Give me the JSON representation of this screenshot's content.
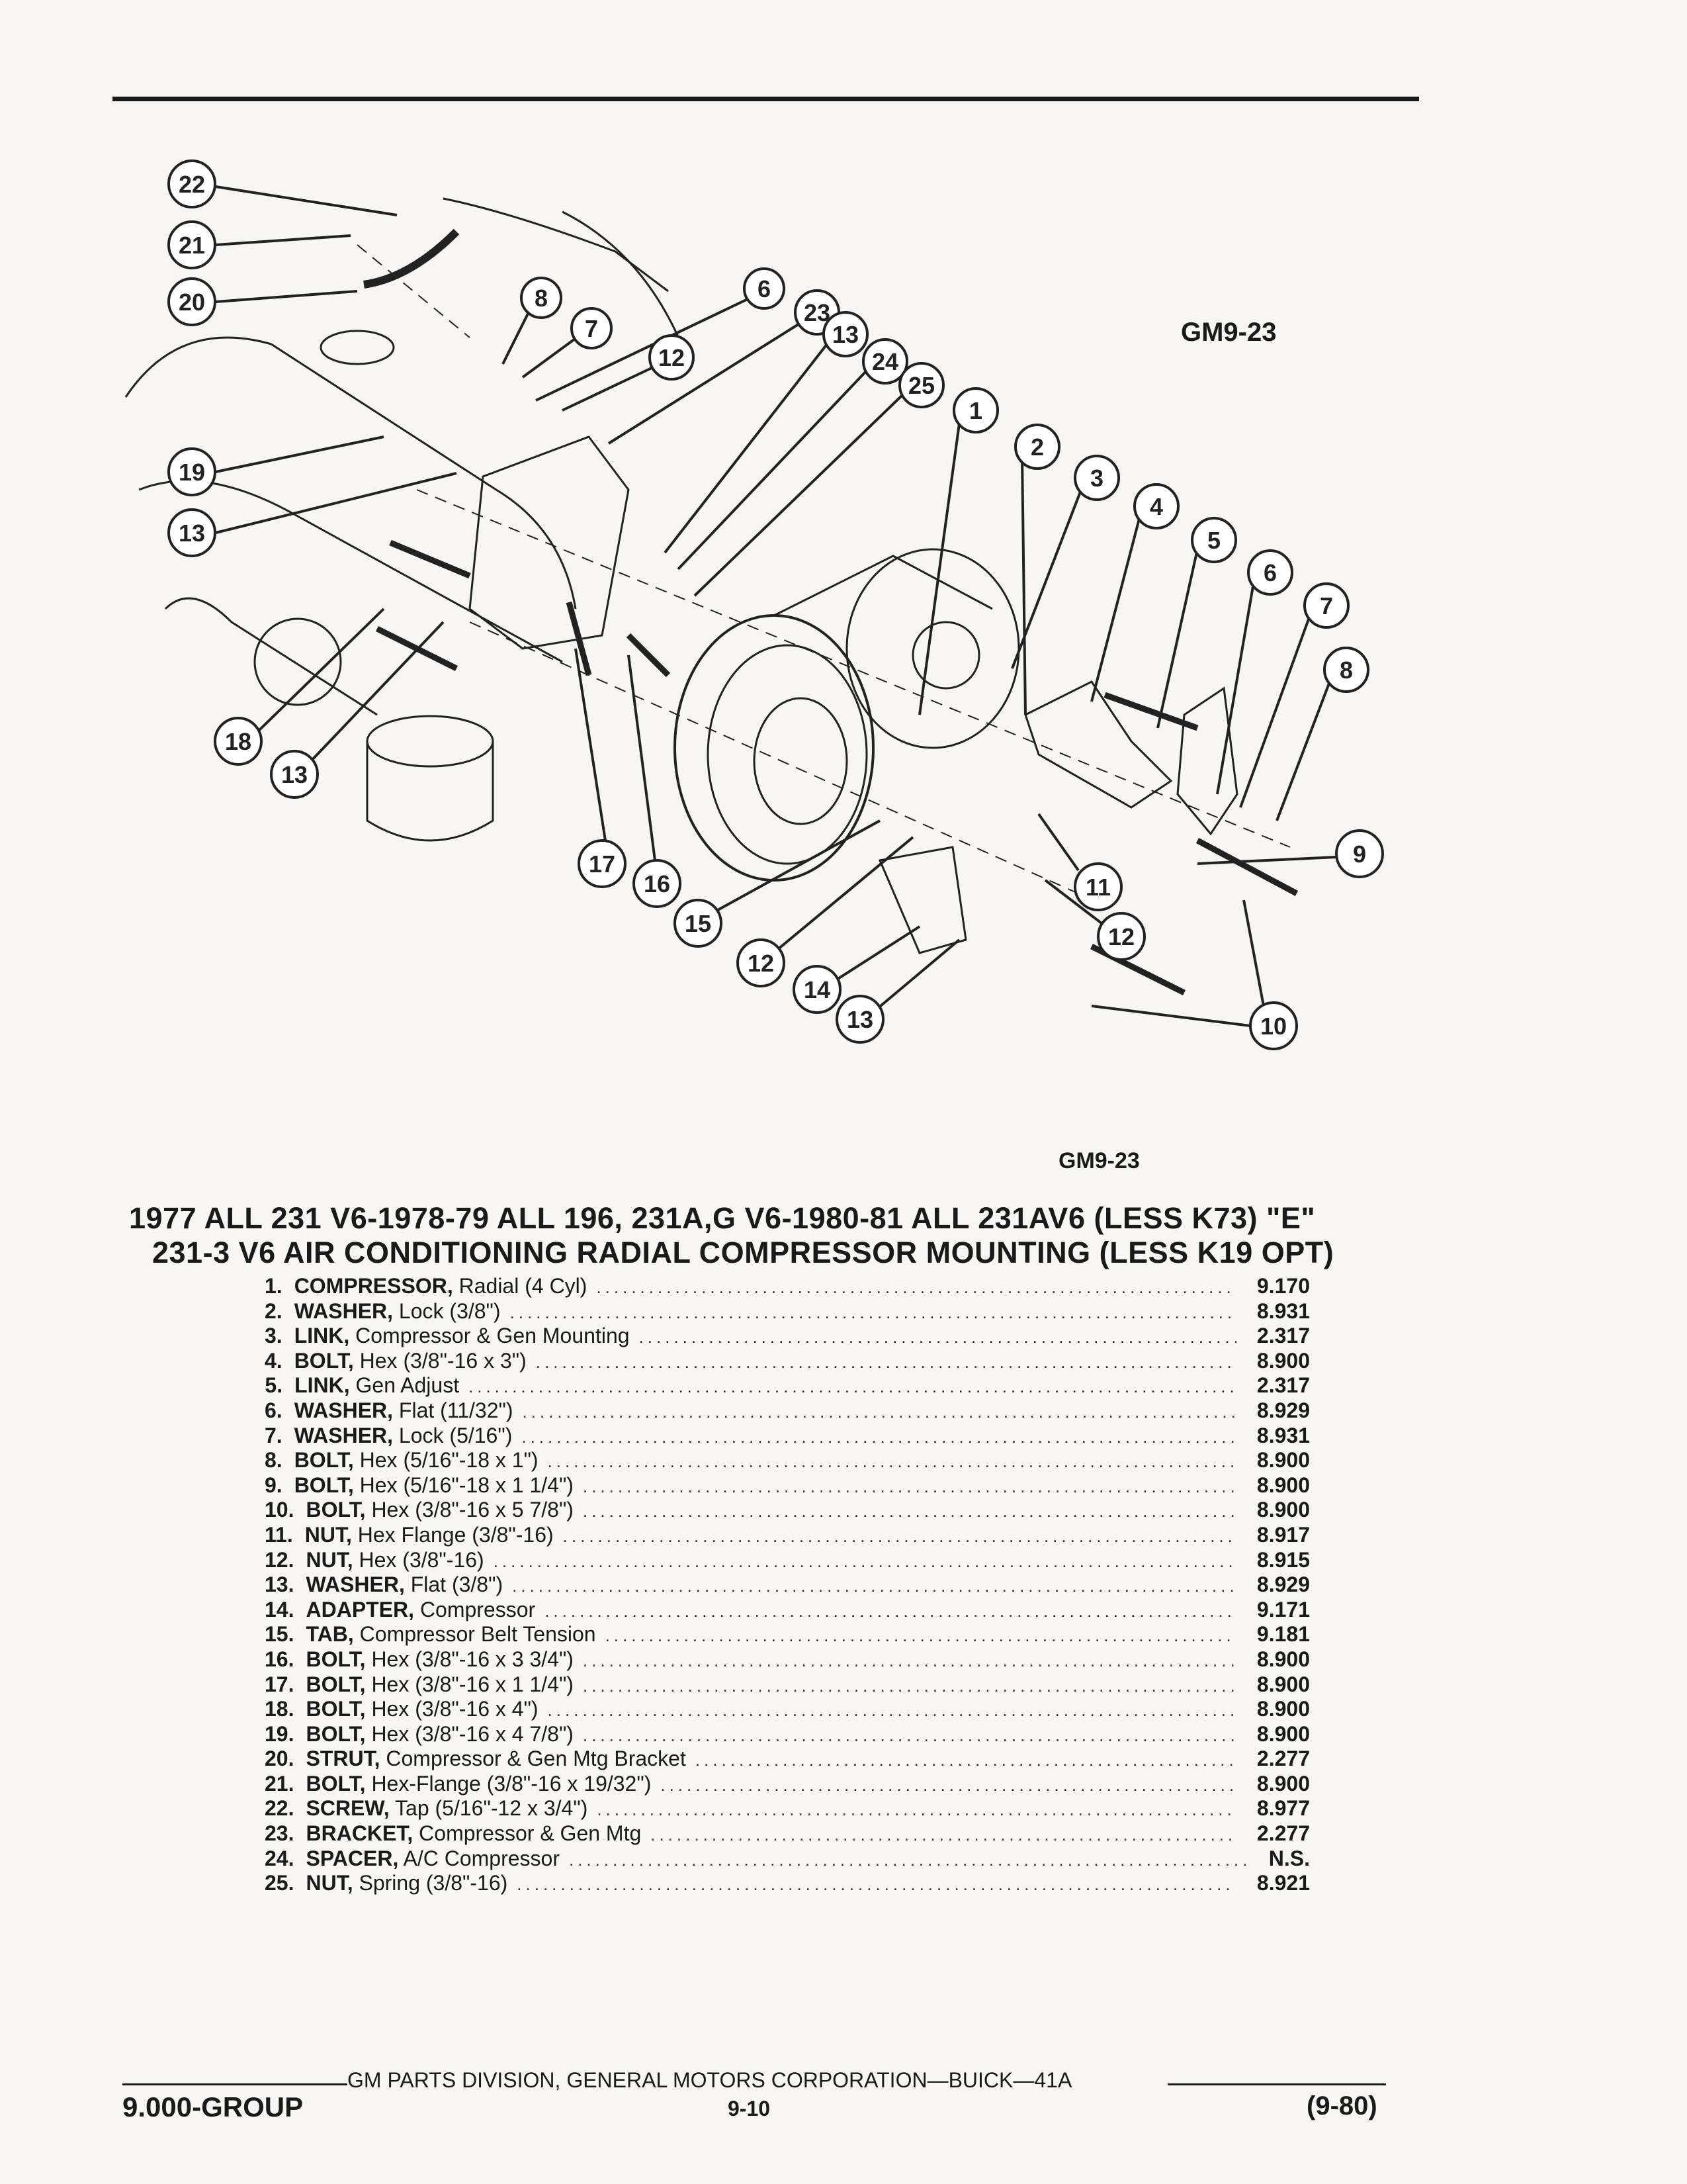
{
  "figure": {
    "id_top": "GM9-23",
    "id_bottom": "GM9-23",
    "callouts": [
      "22",
      "21",
      "20",
      "8",
      "7",
      "6",
      "23",
      "12",
      "13",
      "24",
      "25",
      "1",
      "2",
      "3",
      "4",
      "5",
      "6",
      "7",
      "8",
      "19",
      "13",
      "18",
      "13",
      "17",
      "16",
      "15",
      "12",
      "14",
      "13",
      "11",
      "12",
      "9",
      "10"
    ]
  },
  "title": {
    "line1": "1977 ALL 231 V6-1978-79 ALL 196, 231A,G V6-1980-81 ALL 231AV6 (LESS K73) \"E\"",
    "line2": "231-3 V6 AIR CONDITIONING RADIAL COMPRESSOR MOUNTING (LESS K19 OPT)"
  },
  "parts": [
    {
      "num": "1.",
      "name": "COMPRESSOR,",
      "spec": "Radial (4 Cyl)",
      "group": "9.170"
    },
    {
      "num": "2.",
      "name": "WASHER,",
      "spec": "Lock (3/8\")",
      "group": "8.931"
    },
    {
      "num": "3.",
      "name": "LINK,",
      "spec": "Compressor & Gen Mounting",
      "group": "2.317"
    },
    {
      "num": "4.",
      "name": "BOLT,",
      "spec": "Hex (3/8\"-16 x 3\")",
      "group": "8.900"
    },
    {
      "num": "5.",
      "name": "LINK,",
      "spec": "Gen Adjust",
      "group": "2.317"
    },
    {
      "num": "6.",
      "name": "WASHER,",
      "spec": "Flat (11/32\")",
      "group": "8.929"
    },
    {
      "num": "7.",
      "name": "WASHER,",
      "spec": "Lock (5/16\")",
      "group": "8.931"
    },
    {
      "num": "8.",
      "name": "BOLT,",
      "spec": "Hex (5/16\"-18 x 1\")",
      "group": "8.900"
    },
    {
      "num": "9.",
      "name": "BOLT,",
      "spec": "Hex (5/16\"-18 x 1 1/4\")",
      "group": "8.900"
    },
    {
      "num": "10.",
      "name": "BOLT,",
      "spec": "Hex (3/8\"-16 x 5 7/8\")",
      "group": "8.900"
    },
    {
      "num": "11.",
      "name": "NUT,",
      "spec": "Hex Flange (3/8\"-16)",
      "group": "8.917"
    },
    {
      "num": "12.",
      "name": "NUT,",
      "spec": "Hex (3/8\"-16)",
      "group": "8.915"
    },
    {
      "num": "13.",
      "name": "WASHER,",
      "spec": "Flat (3/8\")",
      "group": "8.929"
    },
    {
      "num": "14.",
      "name": "ADAPTER,",
      "spec": "Compressor",
      "group": "9.171"
    },
    {
      "num": "15.",
      "name": "TAB,",
      "spec": "Compressor Belt Tension",
      "group": "9.181"
    },
    {
      "num": "16.",
      "name": "BOLT,",
      "spec": "Hex (3/8\"-16 x 3 3/4\")",
      "group": "8.900"
    },
    {
      "num": "17.",
      "name": "BOLT,",
      "spec": "Hex (3/8\"-16 x 1 1/4\")",
      "group": "8.900"
    },
    {
      "num": "18.",
      "name": "BOLT,",
      "spec": "Hex (3/8\"-16 x 4\")",
      "group": "8.900"
    },
    {
      "num": "19.",
      "name": "BOLT,",
      "spec": "Hex (3/8\"-16 x 4 7/8\")",
      "group": "8.900"
    },
    {
      "num": "20.",
      "name": "STRUT,",
      "spec": "Compressor & Gen Mtg Bracket",
      "group": "2.277"
    },
    {
      "num": "21.",
      "name": "BOLT,",
      "spec": "Hex-Flange (3/8\"-16 x 19/32\")",
      "group": "8.900"
    },
    {
      "num": "22.",
      "name": "SCREW,",
      "spec": "Tap (5/16\"-12 x 3/4\")",
      "group": "8.977"
    },
    {
      "num": "23.",
      "name": "BRACKET,",
      "spec": "Compressor & Gen Mtg",
      "group": "2.277"
    },
    {
      "num": "24.",
      "name": "SPACER,",
      "spec": "A/C Compressor",
      "group": "N.S."
    },
    {
      "num": "25.",
      "name": "NUT,",
      "spec": "Spring (3/8\"-16)",
      "group": "8.921"
    }
  ],
  "footer": {
    "center": "GM PARTS DIVISION, GENERAL MOTORS CORPORATION—BUICK—41A",
    "left": "9.000-GROUP",
    "page": "9-10",
    "date": "(9-80)"
  }
}
